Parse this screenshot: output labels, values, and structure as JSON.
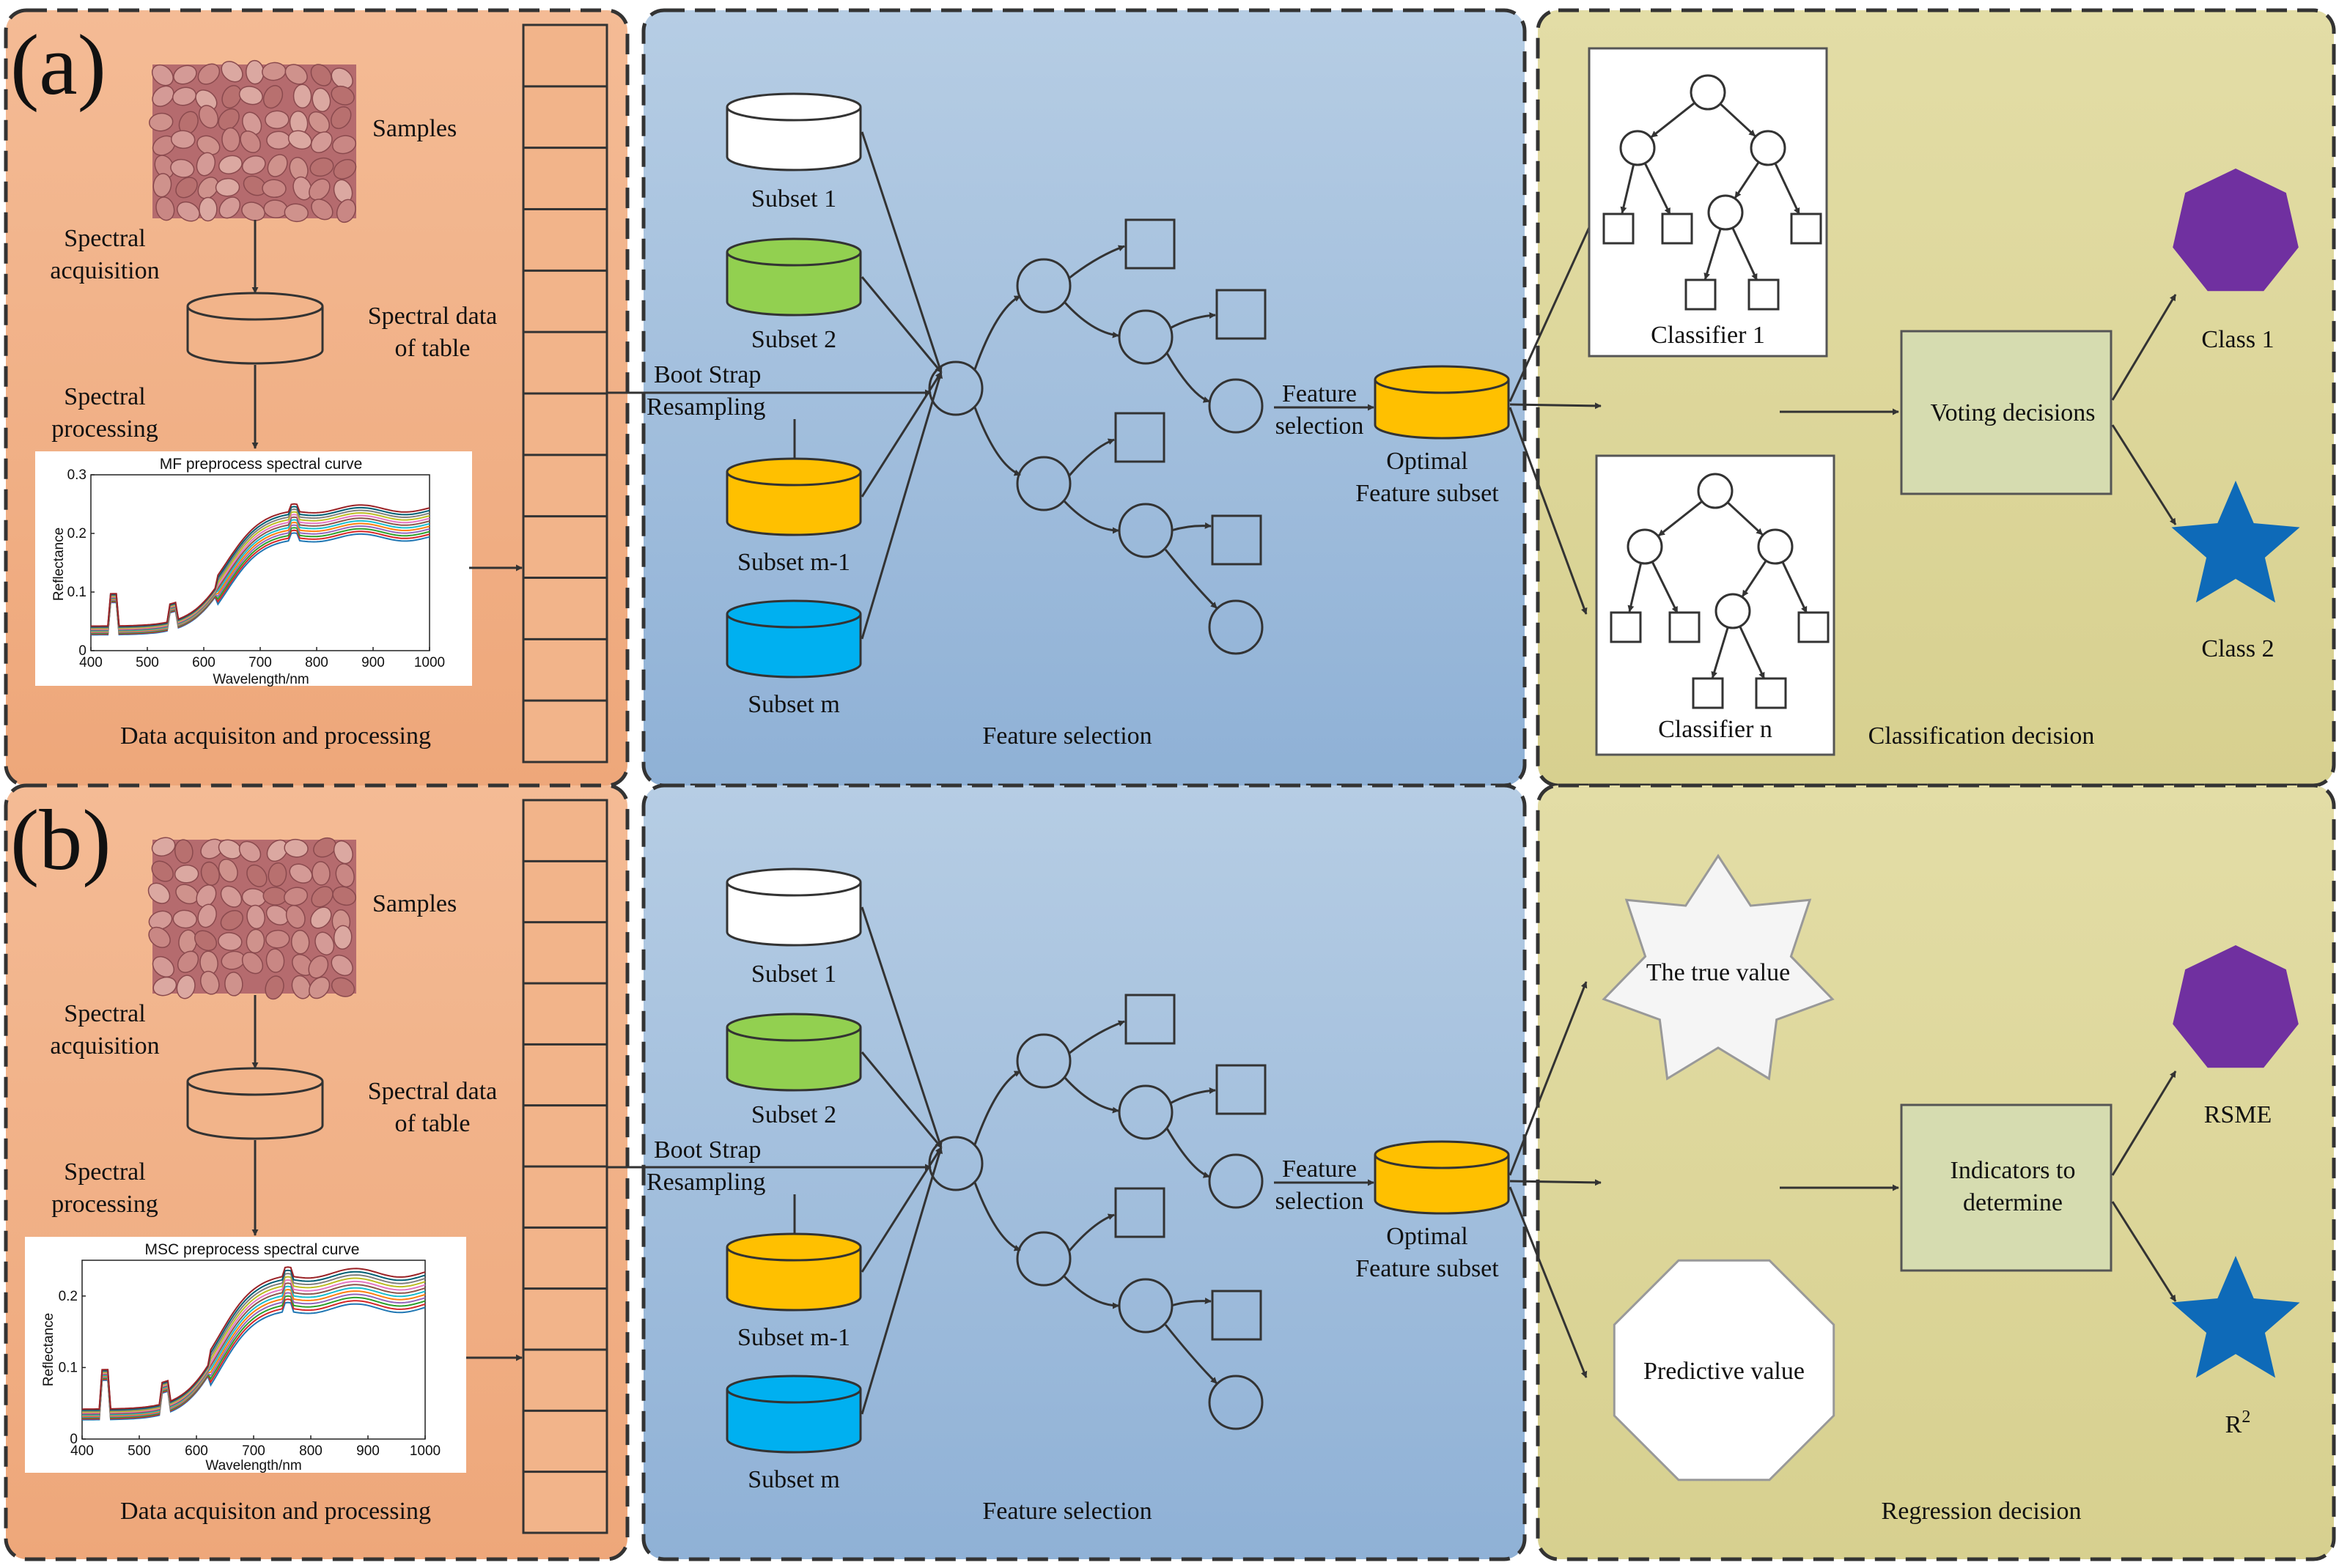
{
  "colors": {
    "orange_panel": "#f2b48a",
    "blue_panel": "#a9c4df",
    "olive_panel": "#ddd79a",
    "subset_white": "#ffffff",
    "subset_green": "#92d050",
    "subset_yellow": "#ffc000",
    "subset_cyan": "#00b0f0",
    "optimal_yellow": "#ffc000",
    "decision_box": "#d6dcb0",
    "purple": "#7030a0",
    "star_blue": "#0e6ab8"
  },
  "rows": [
    {
      "panel_label": "(a)",
      "samples_label": "Samples",
      "spectral_acquisition": [
        "Spectral",
        "acquisition"
      ],
      "spectral_processing": [
        "Spectral",
        "processing"
      ],
      "table_label": [
        "Spectral data",
        "of table"
      ],
      "data_section_title": "Data acquisiton and processing",
      "boot_strap": [
        "Boot Strap",
        "Resampling"
      ],
      "subsets": [
        "Subset 1",
        "Subset 2",
        "Subset m-1",
        "Subset m"
      ],
      "feature_selection_edge": [
        "Feature",
        "selection"
      ],
      "optimal_subset": [
        "Optimal",
        "Feature subset"
      ],
      "feature_section_title": "Feature selection",
      "decision_section_title": "Classification decision",
      "chart": {
        "title": "MF preprocess spectral curve",
        "xlabel": "Wavelength/nm",
        "ylabel": "Reflectance",
        "xticks": [
          "400",
          "500",
          "600",
          "700",
          "800",
          "900",
          "1000"
        ],
        "yticks": [
          "0",
          "0.1",
          "0.2",
          "0.3"
        ]
      }
    },
    {
      "panel_label": "(b)",
      "samples_label": "Samples",
      "spectral_acquisition": [
        "Spectral",
        "acquisition"
      ],
      "spectral_processing": [
        "Spectral",
        "processing"
      ],
      "table_label": [
        "Spectral data",
        "of table"
      ],
      "data_section_title": "Data acquisiton and processing",
      "boot_strap": [
        "Boot Strap",
        "Resampling"
      ],
      "subsets": [
        "Subset 1",
        "Subset 2",
        "Subset m-1",
        "Subset m"
      ],
      "feature_selection_edge": [
        "Feature",
        "selection"
      ],
      "optimal_subset": [
        "Optimal",
        "Feature subset"
      ],
      "feature_section_title": "Feature selection",
      "decision_section_title": "Regression decision",
      "chart": {
        "title": "MSC preprocess spectral curve",
        "xlabel": "Wavelength/nm",
        "ylabel": "Reflectance",
        "xticks": [
          "400",
          "500",
          "600",
          "700",
          "800",
          "900",
          "1000"
        ],
        "yticks": [
          "0",
          "0.1",
          "0.2"
        ]
      }
    }
  ],
  "classification": {
    "classifier_1": "Classifier 1",
    "classifier_n": "Classifier n",
    "voting": "Voting decisions",
    "class_1": "Class 1",
    "class_2": "Class 2"
  },
  "regression": {
    "true_value": "The true value",
    "predictive_value": "Predictive value",
    "indicators": [
      "Indicators to",
      "determine"
    ],
    "rsme": "RSME",
    "r2_base": "R",
    "r2_sup": "2"
  }
}
